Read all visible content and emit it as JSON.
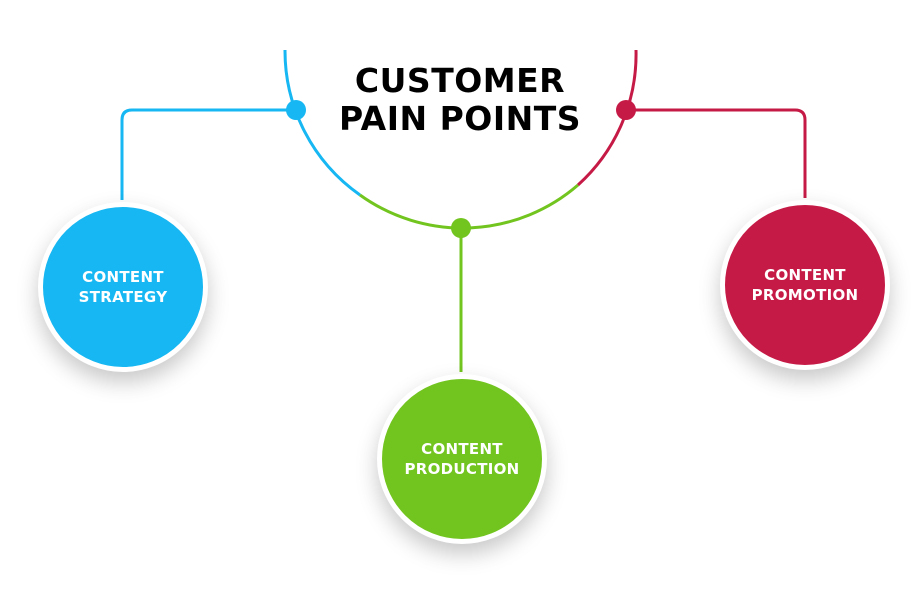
{
  "title": {
    "line1": "CUSTOMER",
    "line2": "PAIN POINTS"
  },
  "nodes": [
    {
      "line1": "CONTENT",
      "line2": "STRATEGY",
      "color": "#16B7F2"
    },
    {
      "line1": "CONTENT",
      "line2": "PRODUCTION",
      "color": "#72C41F"
    },
    {
      "line1": "CONTENT",
      "line2": "PROMOTION",
      "color": "#C61A46"
    }
  ],
  "colors": {
    "strategy": "#16B7F2",
    "production": "#72C41F",
    "promotion": "#C61A46"
  }
}
